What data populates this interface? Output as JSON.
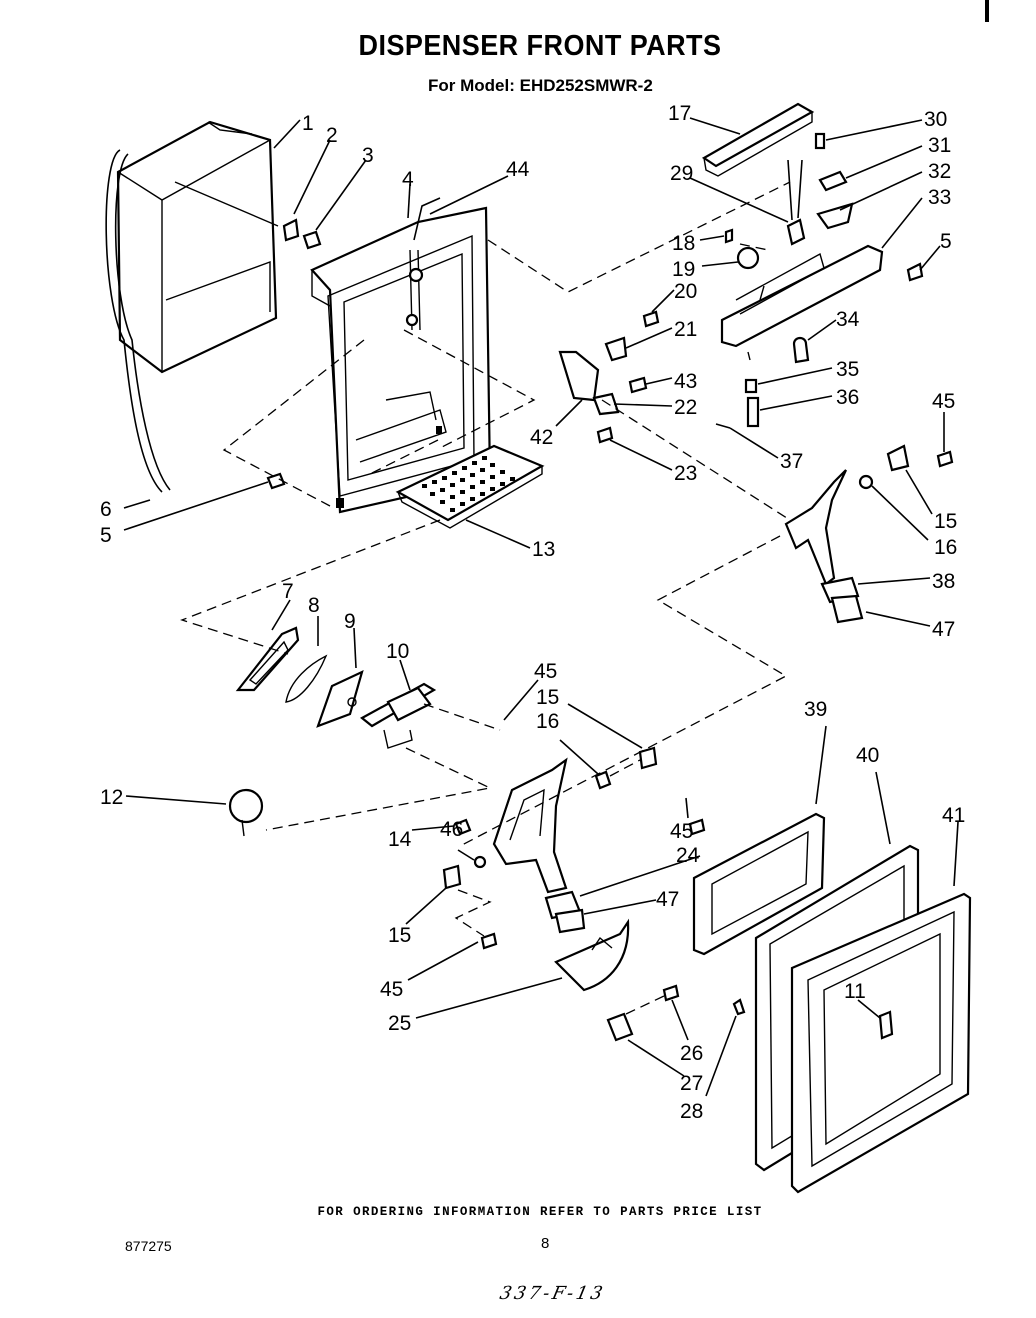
{
  "title": "DISPENSER FRONT PARTS",
  "subtitle": "For Model: EHD252SMWR-2",
  "footer_note": "FOR ORDERING INFORMATION REFER TO PARTS PRICE LIST",
  "document_number": "877275",
  "page_number": "8",
  "handwritten_code": "337-F-13",
  "callouts": {
    "c1": "1",
    "c2": "2",
    "c3": "3",
    "c4": "4",
    "c44": "44",
    "c17": "17",
    "c30": "30",
    "c31": "31",
    "c29": "29",
    "c32": "32",
    "c33": "33",
    "c18": "18",
    "c5a": "5",
    "c19": "19",
    "c20": "20",
    "c34": "34",
    "c21": "21",
    "c43": "43",
    "c35": "35",
    "c22": "22",
    "c36": "36",
    "c42": "42",
    "c45a": "45",
    "c37": "37",
    "c23": "23",
    "c15a": "15",
    "c6": "6",
    "c5b": "5",
    "c16a": "16",
    "c13": "13",
    "c38": "38",
    "c47a": "47",
    "c7": "7",
    "c8": "8",
    "c9": "9",
    "c10": "10",
    "c45b": "45",
    "c15b": "15",
    "c16b": "16",
    "c39": "39",
    "c40": "40",
    "c41": "41",
    "c12": "12",
    "c14": "14",
    "c46": "46",
    "c45c": "45",
    "c24": "24",
    "c47b": "47",
    "c11": "11",
    "c15c": "15",
    "c45d": "45",
    "c25": "25",
    "c26": "26",
    "c27": "27",
    "c28": "28"
  }
}
